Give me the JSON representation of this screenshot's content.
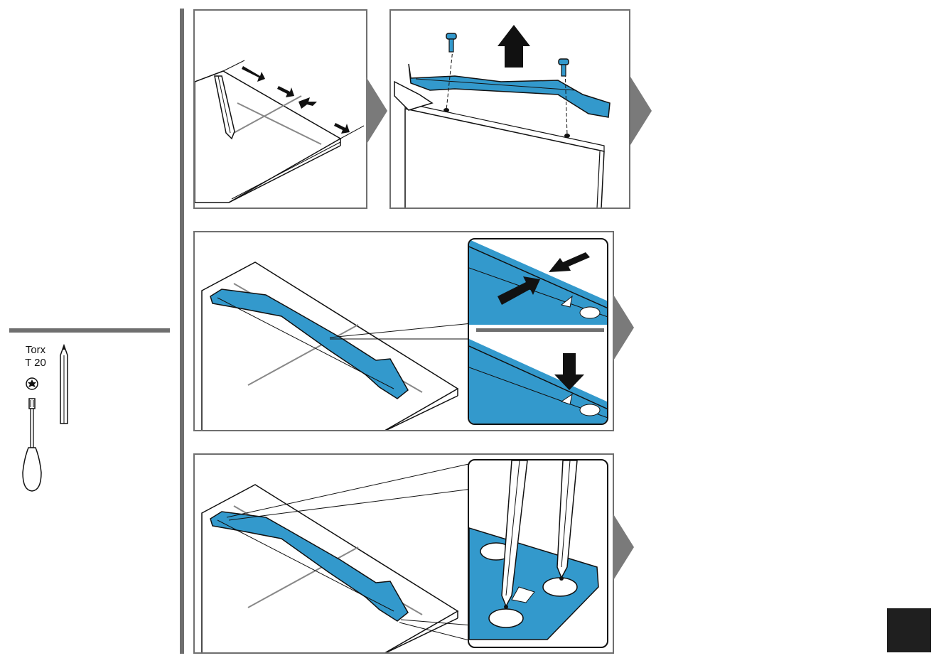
{
  "tools": {
    "screwdriver_label_line1": "Torx",
    "screwdriver_label_line2": "T 20",
    "screwdriver_icon": "torx-screwdriver-icon",
    "pencil_icon": "pencil-icon"
  },
  "colors": {
    "bracket_blue": "#3399cc",
    "frame_gray": "#6f6f6f",
    "arrow_gray": "#7a7a7a",
    "corner_box": "#1f1f1f"
  },
  "steps": [
    {
      "id": "measure-and-mark-top-edge"
    },
    {
      "id": "unscrew-and-lift-bracket"
    },
    {
      "id": "align-bracket-on-edge"
    },
    {
      "id": "mark-holes-with-pencil"
    }
  ]
}
